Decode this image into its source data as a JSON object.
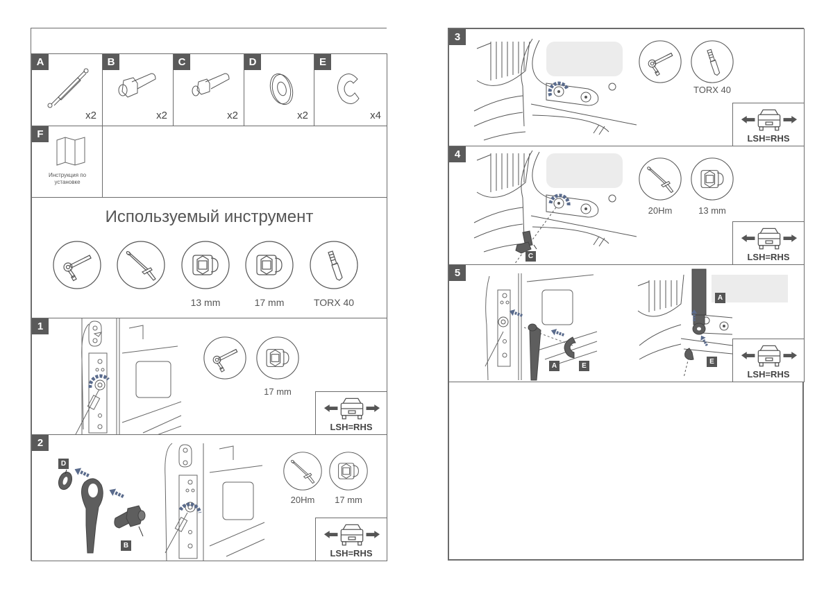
{
  "left_page": {
    "parts": [
      {
        "letter": "A",
        "qty": "x2",
        "icon": "gas-strut-icon"
      },
      {
        "letter": "B",
        "qty": "x2",
        "icon": "bolt-icon"
      },
      {
        "letter": "C",
        "qty": "x2",
        "icon": "bolt-icon"
      },
      {
        "letter": "D",
        "qty": "x2",
        "icon": "washer-icon"
      },
      {
        "letter": "E",
        "qty": "x4",
        "icon": "clip-icon"
      }
    ],
    "manual": {
      "letter": "F",
      "label": "Инструкция по установке",
      "icon": "folded-manual-icon"
    },
    "tools": {
      "title": "Используемый инструмент",
      "items": [
        {
          "icon": "ratchet-icon",
          "label": ""
        },
        {
          "icon": "torque-wrench-icon",
          "label": ""
        },
        {
          "icon": "socket-icon",
          "label": "13 mm"
        },
        {
          "icon": "socket-icon",
          "label": "17 mm"
        },
        {
          "icon": "torx-bit-icon",
          "label": "TORX 40"
        }
      ]
    },
    "steps": [
      {
        "number": "1",
        "tools": [
          {
            "icon": "ratchet-icon",
            "label": ""
          },
          {
            "icon": "socket-icon",
            "label": "17 mm"
          }
        ],
        "side_note": "LSH=RHS"
      },
      {
        "number": "2",
        "tools": [
          {
            "icon": "torque-wrench-icon",
            "label": "20Hm"
          },
          {
            "icon": "socket-icon",
            "label": "17 mm"
          }
        ],
        "side_note": "LSH=RHS",
        "callouts": [
          "D",
          "B"
        ]
      }
    ]
  },
  "right_page": {
    "steps": [
      {
        "number": "3",
        "tools": [
          {
            "icon": "ratchet-icon",
            "label": ""
          },
          {
            "icon": "torx-bit-icon",
            "label": "TORX 40"
          }
        ],
        "side_note": "LSH=RHS"
      },
      {
        "number": "4",
        "tools": [
          {
            "icon": "torque-wrench-icon",
            "label": "20Hm"
          },
          {
            "icon": "socket-icon",
            "label": "13 mm"
          }
        ],
        "side_note": "LSH=RHS",
        "callouts": [
          "C"
        ]
      },
      {
        "number": "5",
        "side_note": "LSH=RHS",
        "callouts": [
          "A",
          "E",
          "A",
          "E"
        ]
      }
    ]
  },
  "colors": {
    "frame": "#6b6b6b",
    "tag": "#5a5a5a",
    "arrow": "#5a6b8c",
    "part": "#5e5e5e"
  }
}
